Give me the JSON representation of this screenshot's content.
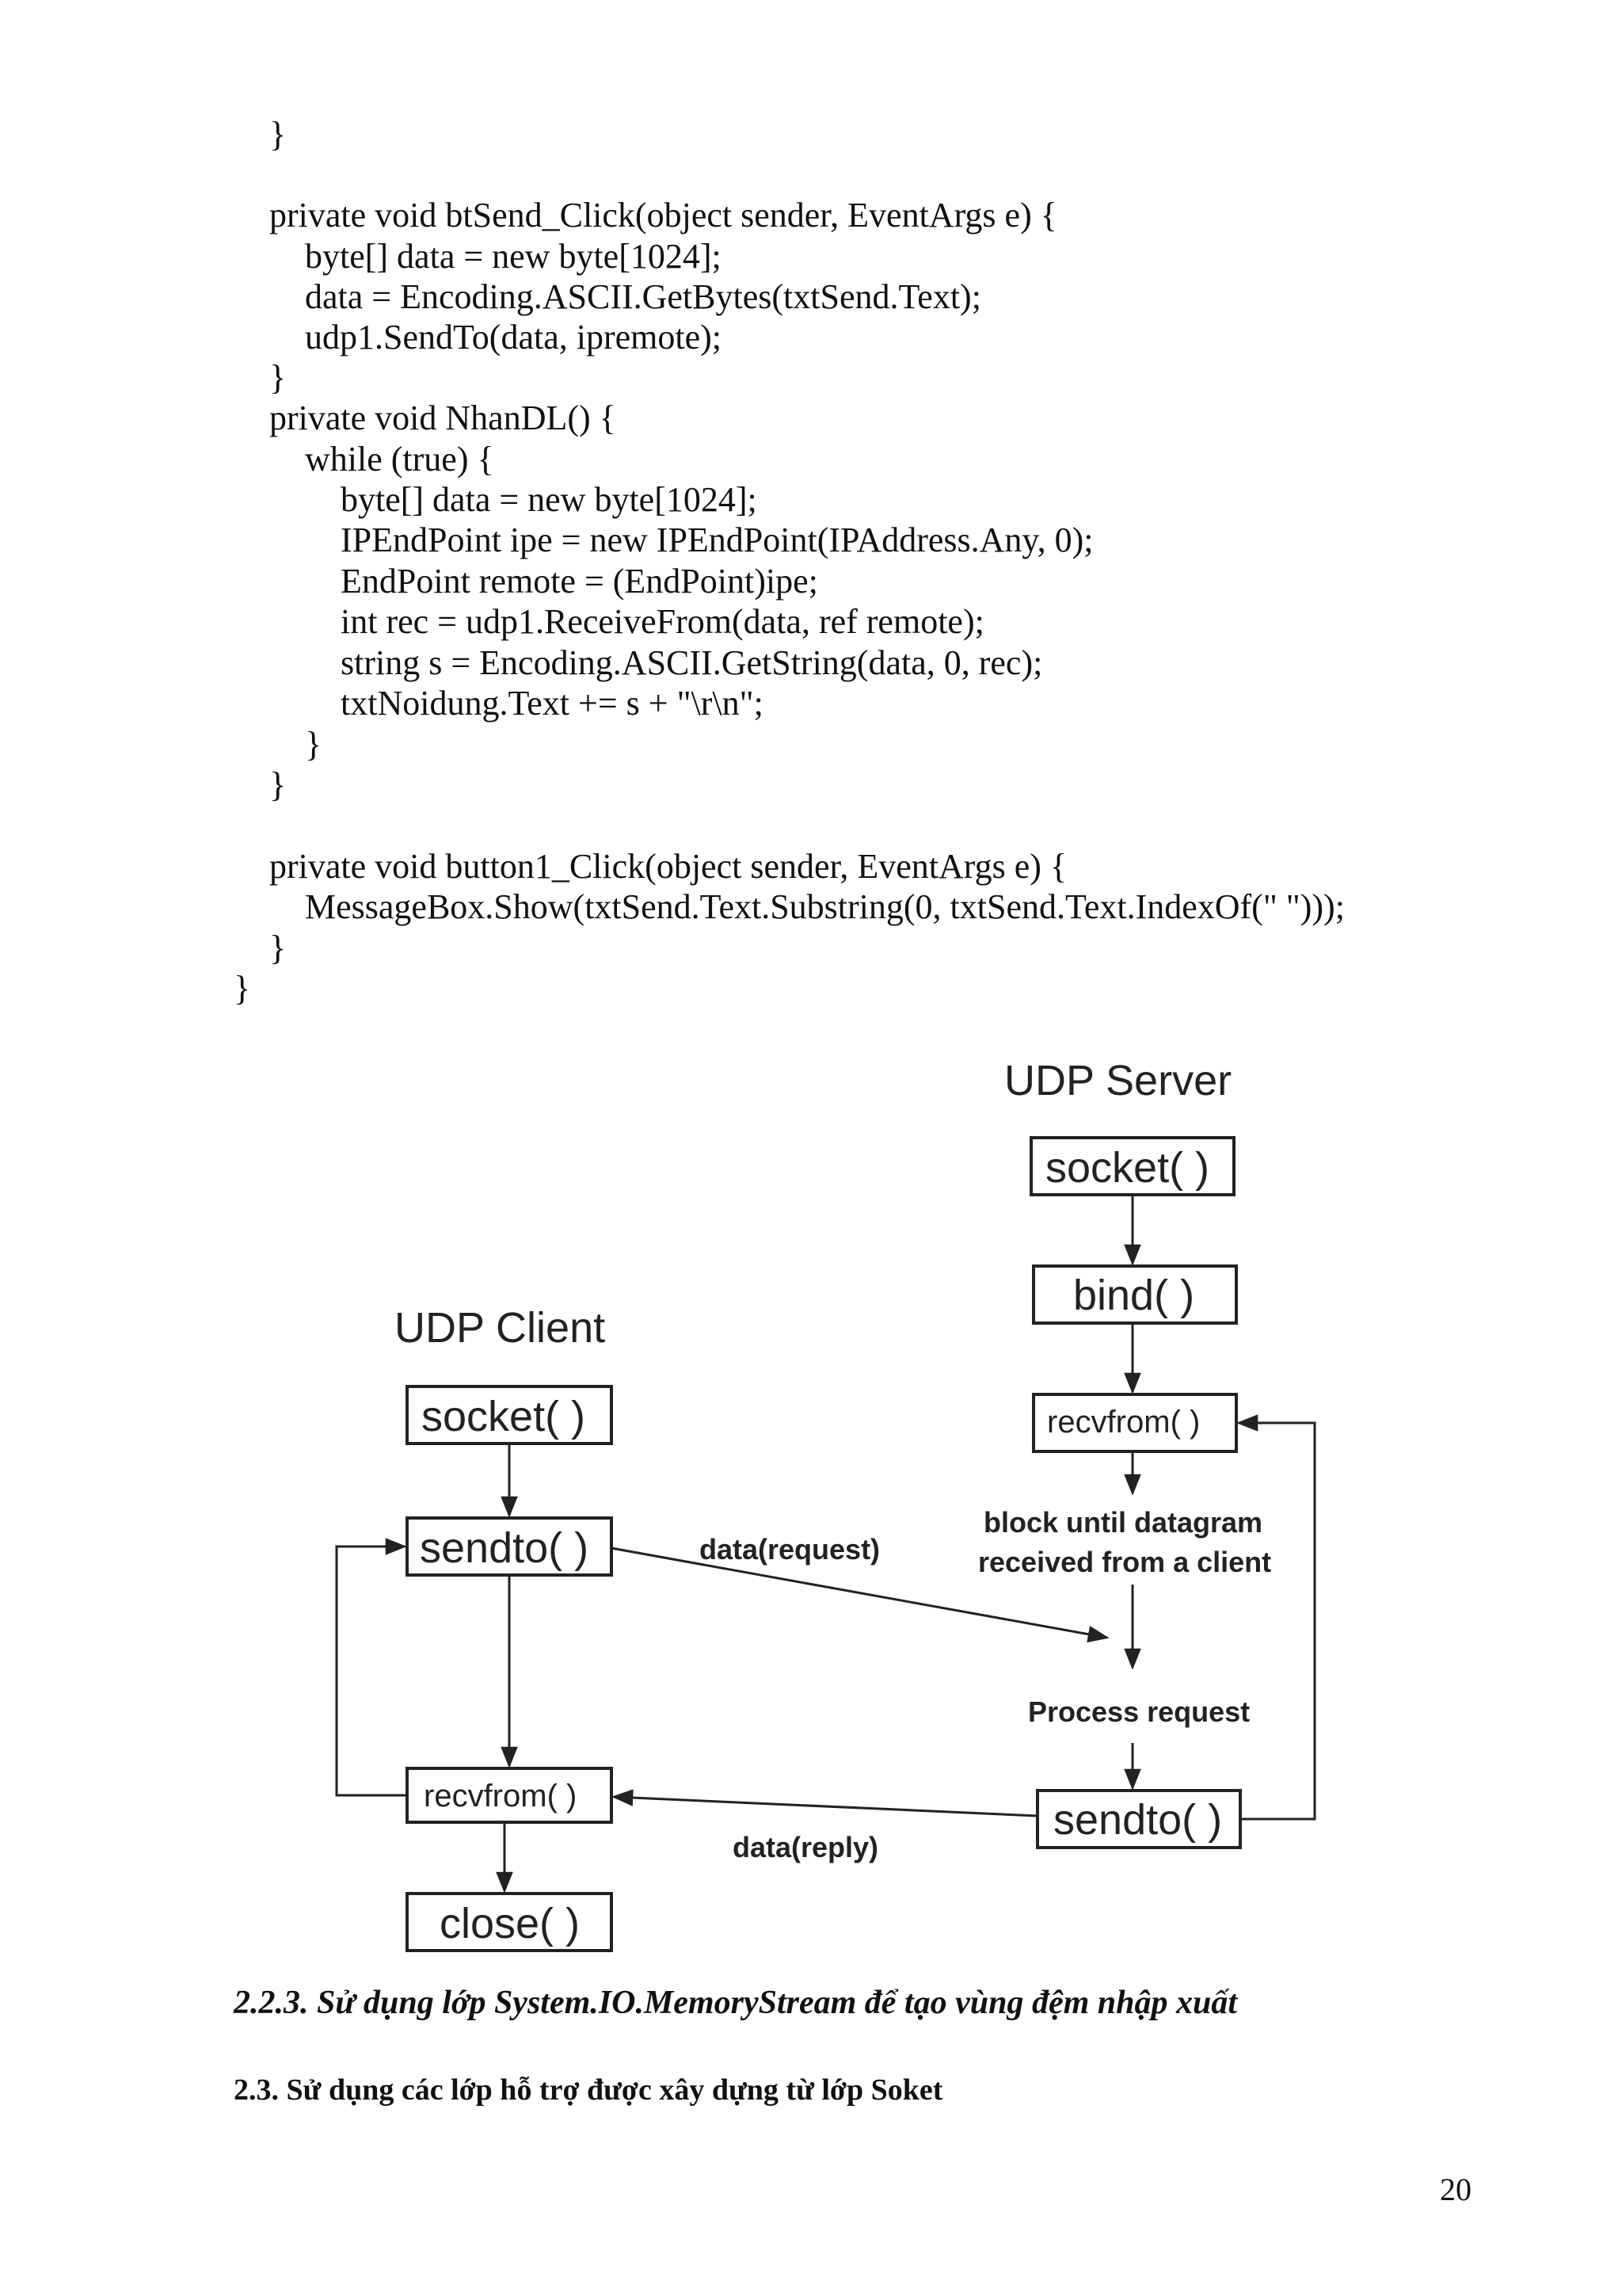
{
  "code_lines": [
    "}",
    "",
    "private void btSend_Click(object sender, EventArgs e) {",
    "byte[] data = new byte[1024];",
    "data = Encoding.ASCII.GetBytes(txtSend.Text);",
    "udp1.SendTo(data, ipremote);",
    "}",
    "private void NhanDL() {",
    "while (true) {",
    "byte[] data = new byte[1024];",
    "IPEndPoint ipe = new IPEndPoint(IPAddress.Any, 0);",
    "EndPoint remote = (EndPoint)ipe;",
    "int rec = udp1.ReceiveFrom(data, ref remote);",
    "string s = Encoding.ASCII.GetString(data, 0, rec);",
    "txtNoidung.Text += s + \"\\r\\n\";",
    "}",
    "}",
    "",
    "private void button1_Click(object sender, EventArgs e) {",
    "MessageBox.Show(txtSend.Text.Substring(0, txtSend.Text.IndexOf(\" \")));",
    "}",
    "}"
  ],
  "diagram": {
    "server_title": "UDP Server",
    "client_title": "UDP Client",
    "server_socket": "socket( )",
    "server_bind": "bind( )",
    "server_recvfrom": "recvfrom( )",
    "block_note_line1": "block until datagram",
    "block_note_line2": "received from a client",
    "process_request": "Process request",
    "server_sendto": "sendto( )",
    "client_socket": "socket( )",
    "client_sendto": "sendto( )",
    "data_request": "data(request)",
    "client_recvfrom": "recvfrom( )",
    "data_reply": "data(reply)",
    "client_close": "close( )"
  },
  "heading_223": "2.2.3. Sử dụng lớp System.IO.MemoryStream để tạo vùng đệm nhập xuất",
  "heading_23": "2.3. Sử dụng các lớp hỗ trợ được xây dựng từ lớp Soket",
  "page_number": "20"
}
